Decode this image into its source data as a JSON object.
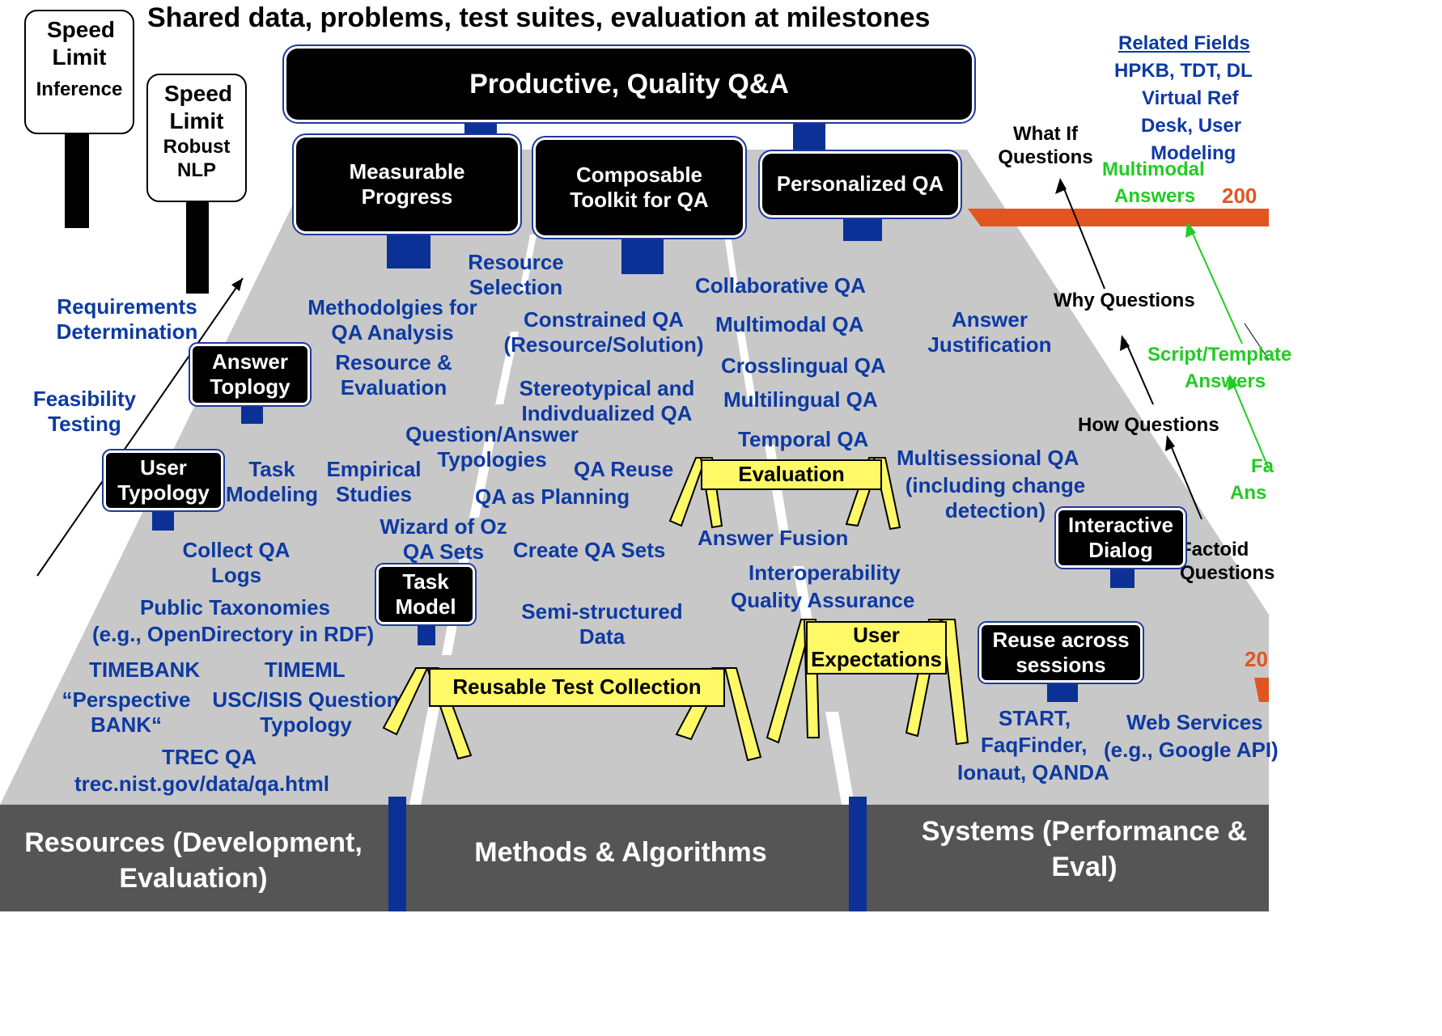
{
  "top_title": "Shared data, problems, test suites, evaluation at milestones",
  "main_sign": "Productive, Quality Q&A",
  "goal_signs": [
    "Measurable Progress",
    "Composable Toolkit  for QA",
    "Personalized QA"
  ],
  "speed_signs": [
    {
      "title": "Speed Limit",
      "sub": "Inference"
    },
    {
      "title": "Speed Limit",
      "sub": "Robust NLP"
    }
  ],
  "related": {
    "heading": "Related Fields",
    "lines": [
      "HPKB, TDT, DL",
      "Virtual Ref",
      "Desk, User",
      "Modeling"
    ]
  },
  "question_types": {
    "what_if": "What If Questions",
    "why": "Why Questions",
    "how": "How Questions",
    "factoid": "Factoid Questions"
  },
  "green_labels": {
    "multimodal": "Multimodal",
    "answers": "Answers",
    "script": "Script/Template",
    "script2": "Answers",
    "fa": "Fa",
    "ans": "Ans"
  },
  "orange_labels": {
    "year_top": "200",
    "year_bottom": "20"
  },
  "left_labels": {
    "requirements": "Requirements Determination",
    "feasibility": "Feasibility Testing"
  },
  "small_signs": {
    "answer_topology": "Answer Toplogy",
    "user_typology": "User Typology",
    "task_model": "Task Model",
    "interactive_dialog": "Interactive Dialog",
    "reuse": "Reuse across sessions"
  },
  "resources": [
    "Collect QA Logs",
    "Public Taxonomies",
    "(e.g., OpenDirectory in RDF)",
    "TIMEBANK",
    "TIMEML",
    "“Perspective BANK“",
    "USC/ISIS Question Typology",
    "TREC QA",
    "trec.nist.gov/data/qa.html"
  ],
  "methods": [
    "Resource Selection",
    "Methodolgies for QA Analysis",
    "Resource & Evaluation",
    "Constrained QA (Resource/Solution)",
    "Stereotypical and Indivdualized QA",
    "Question/Answer Typologies",
    "Task Modeling",
    "Empirical Studies",
    "QA Reuse",
    "QA as Planning",
    "Wizard of Oz QA Sets",
    "Create QA Sets",
    "Semi-structured Data"
  ],
  "systems": [
    "Collaborative QA",
    "Multimodal QA",
    "Crosslingual QA",
    "Multilingual QA",
    "Temporal QA",
    "Answer Justification",
    "Multisessional QA",
    "(including change detection)",
    "Answer Fusion",
    "Interoperability",
    "Quality Assurance",
    "START,",
    "FaqFinder,",
    "Ionaut, QANDA",
    "Web Services",
    "(e.g., Google API)"
  ],
  "barriers": [
    "Evaluation",
    "User Expectations",
    "Reusable Test Collection"
  ],
  "footer": [
    "Resources (Development, Evaluation)",
    "Methods & Algorithms",
    "Systems (Performance & Eval)"
  ],
  "colors": {
    "road": "#c8c8c8",
    "footer": "#555555",
    "text_blue": "#0d3aa3",
    "green": "#22cc22",
    "orange": "#e05522",
    "barrier": "#fff968",
    "post": "#0b3196"
  }
}
